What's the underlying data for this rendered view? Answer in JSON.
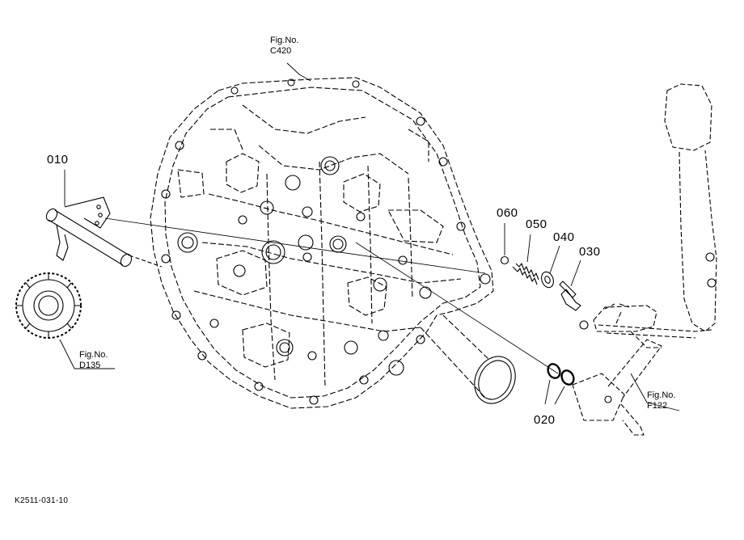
{
  "figure_refs": [
    {
      "id": "c420",
      "label": "Fig.No.",
      "code": "C420"
    },
    {
      "id": "d135",
      "label": "Fig.No.",
      "code": "D135"
    },
    {
      "id": "f122",
      "label": "Fig.No.",
      "code": "F122"
    }
  ],
  "part_labels": [
    "010",
    "020",
    "030",
    "040",
    "050",
    "060"
  ],
  "drawing_code": "K2511-031-10"
}
